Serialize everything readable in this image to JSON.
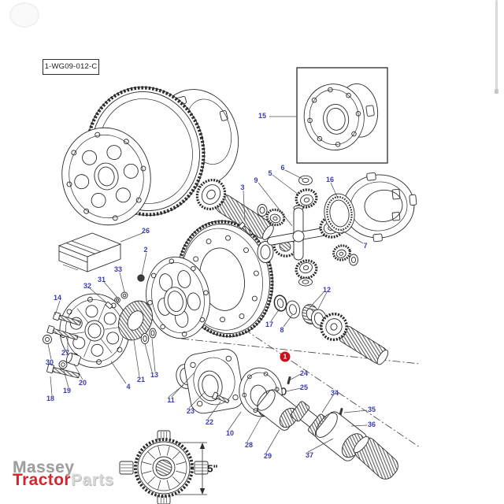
{
  "diagram": {
    "ref_code": "1-WG09-012-C",
    "dimension_label": "5\"",
    "highlighted_label": "1",
    "labels": [
      "1",
      "2",
      "3",
      "4",
      "5",
      "6",
      "7",
      "8",
      "9",
      "10",
      "11",
      "12",
      "13",
      "14",
      "15",
      "16",
      "17",
      "18",
      "19",
      "20",
      "21",
      "22",
      "23",
      "24",
      "25",
      "26",
      "27",
      "28",
      "29",
      "30",
      "31",
      "32",
      "33",
      "34",
      "35",
      "36",
      "37"
    ],
    "label_color": "#3b3bb0",
    "highlight_color": "#c8111a",
    "line_color": "#2b2b2b"
  },
  "logo": {
    "word_massey": "Massey",
    "word_tractor": "Tractor",
    "word_parts": "Parts",
    "tractor_color": "#d6252b",
    "gray_color": "#9d9d9d"
  }
}
